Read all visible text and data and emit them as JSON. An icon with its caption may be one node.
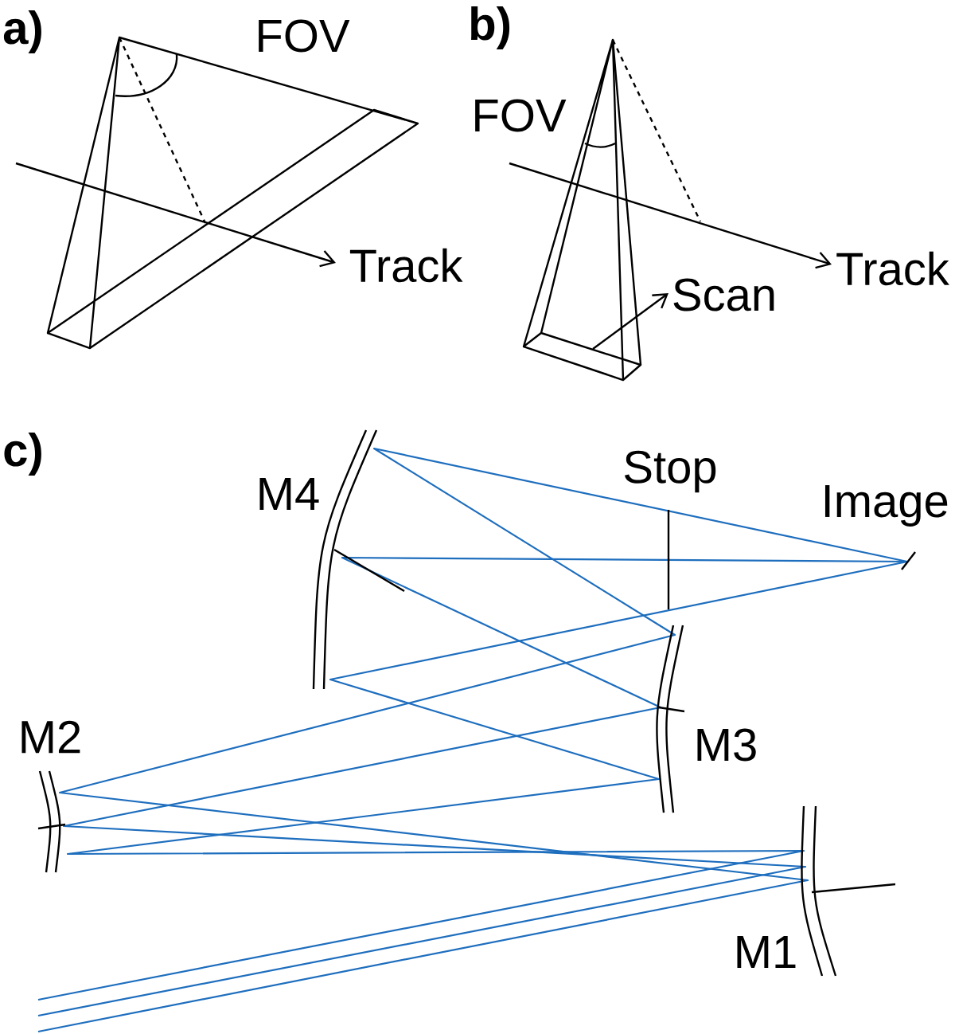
{
  "diagram": {
    "labels": [
      "a)",
      "FOV",
      "Track",
      "b)",
      "FOV",
      "Scan",
      "Track",
      "c)",
      "M4",
      "Stop",
      "Image",
      "M3",
      "M2",
      "M1"
    ]
  }
}
